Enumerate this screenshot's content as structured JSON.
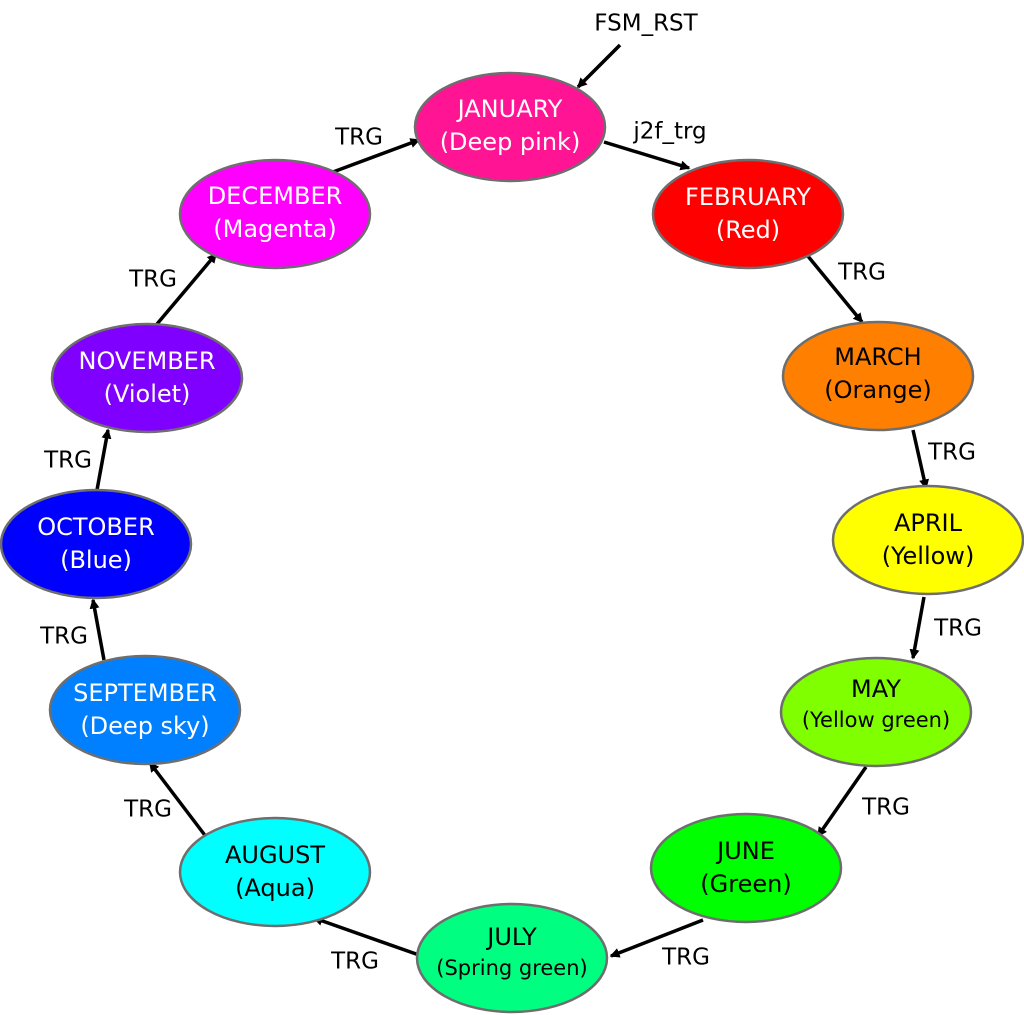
{
  "diagram": {
    "reset_label": "FSM_RST",
    "states": [
      {
        "id": "january",
        "name": "JANUARY",
        "color_name": "(Deep pink)",
        "fill": "#FF1493",
        "text_color": "#FFFFFF"
      },
      {
        "id": "february",
        "name": "FEBRUARY",
        "color_name": "(Red)",
        "fill": "#FF0000",
        "text_color": "#FFFFFF"
      },
      {
        "id": "march",
        "name": "MARCH",
        "color_name": "(Orange)",
        "fill": "#FF8000",
        "text_color": "#000000"
      },
      {
        "id": "april",
        "name": "APRIL",
        "color_name": "(Yellow)",
        "fill": "#FFFF00",
        "text_color": "#000000"
      },
      {
        "id": "may",
        "name": "MAY",
        "color_name": "(Yellow green)",
        "fill": "#80FF00",
        "text_color": "#000000"
      },
      {
        "id": "june",
        "name": "JUNE",
        "color_name": "(Green)",
        "fill": "#00FF00",
        "text_color": "#000000"
      },
      {
        "id": "july",
        "name": "JULY",
        "color_name": "(Spring green)",
        "fill": "#00FF80",
        "text_color": "#000000"
      },
      {
        "id": "august",
        "name": "AUGUST",
        "color_name": "(Aqua)",
        "fill": "#00FFFF",
        "text_color": "#000000"
      },
      {
        "id": "september",
        "name": "SEPTEMBER",
        "color_name": "(Deep sky)",
        "fill": "#0080FF",
        "text_color": "#FFFFFF"
      },
      {
        "id": "october",
        "name": "OCTOBER",
        "color_name": "(Blue)",
        "fill": "#0000FF",
        "text_color": "#FFFFFF"
      },
      {
        "id": "november",
        "name": "NOVEMBER",
        "color_name": "(Violet)",
        "fill": "#8000FF",
        "text_color": "#FFFFFF"
      },
      {
        "id": "december",
        "name": "DECEMBER",
        "color_name": "(Magenta)",
        "fill": "#FF00FF",
        "text_color": "#FFFFFF"
      }
    ],
    "transitions": [
      {
        "from": "january",
        "to": "february",
        "label": "j2f_trg"
      },
      {
        "from": "february",
        "to": "march",
        "label": "TRG"
      },
      {
        "from": "march",
        "to": "april",
        "label": "TRG"
      },
      {
        "from": "april",
        "to": "may",
        "label": "TRG"
      },
      {
        "from": "may",
        "to": "june",
        "label": "TRG"
      },
      {
        "from": "june",
        "to": "july",
        "label": "TRG"
      },
      {
        "from": "july",
        "to": "august",
        "label": "TRG"
      },
      {
        "from": "august",
        "to": "september",
        "label": "TRG"
      },
      {
        "from": "september",
        "to": "october",
        "label": "TRG"
      },
      {
        "from": "october",
        "to": "november",
        "label": "TRG"
      },
      {
        "from": "november",
        "to": "december",
        "label": "TRG"
      },
      {
        "from": "december",
        "to": "january",
        "label": "TRG"
      }
    ]
  }
}
